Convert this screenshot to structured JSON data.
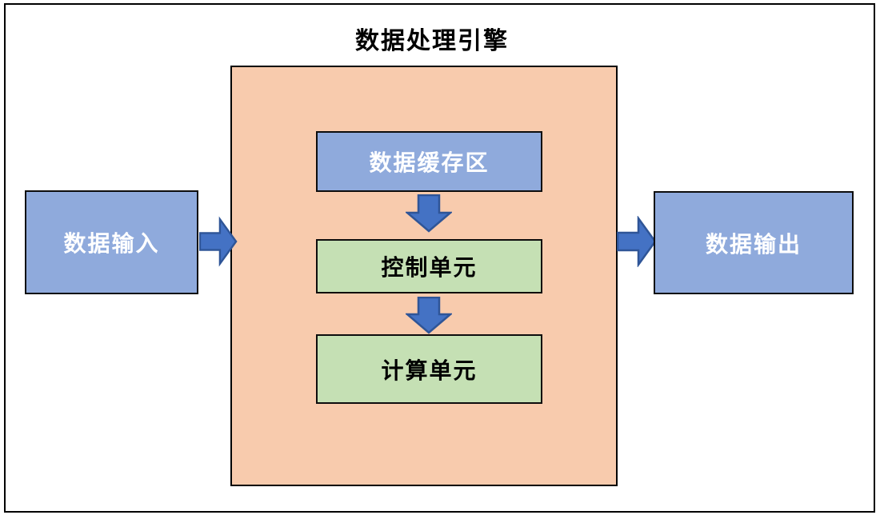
{
  "diagram": {
    "title": "数据处理引擎",
    "nodes": {
      "input": {
        "label": "数据输入",
        "fill": "#8FAADC",
        "text_color": "#FFFFFF"
      },
      "buffer": {
        "label": "数据缓存区",
        "fill": "#8FAADC",
        "text_color": "#FFFFFF"
      },
      "control": {
        "label": "控制单元",
        "fill": "#C5E0B4",
        "text_color": "#000000"
      },
      "compute": {
        "label": "计算单元",
        "fill": "#C5E0B4",
        "text_color": "#000000"
      },
      "output": {
        "label": "数据输出",
        "fill": "#8FAADC",
        "text_color": "#FFFFFF"
      }
    },
    "container": {
      "name": "数据处理引擎",
      "fill": "#F8CBAD"
    },
    "arrows": [
      {
        "from": "数据输入",
        "to": "数据处理引擎",
        "direction": "right"
      },
      {
        "from": "数据缓存区",
        "to": "控制单元",
        "direction": "down"
      },
      {
        "from": "控制单元",
        "to": "计算单元",
        "direction": "down"
      },
      {
        "from": "数据处理引擎",
        "to": "数据输出",
        "direction": "right"
      }
    ],
    "colors": {
      "container_fill": "#F8CBAD",
      "blue_node_fill": "#8FAADC",
      "green_node_fill": "#C5E0B4",
      "arrow_fill": "#4472C4",
      "arrow_stroke": "#2F5597",
      "border": "#000000",
      "background": "#FFFFFF"
    }
  }
}
